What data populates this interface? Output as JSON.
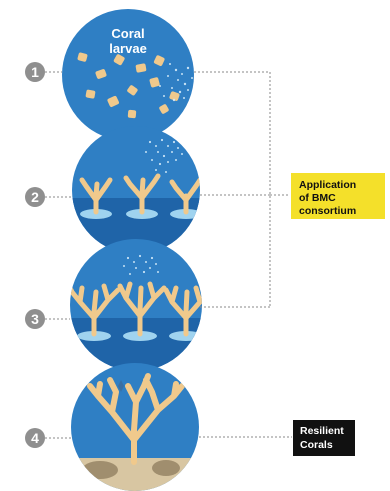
{
  "stages": [
    {
      "number": "1",
      "label_lines": [
        "Coral",
        "larvae"
      ]
    },
    {
      "number": "2",
      "label_lines": []
    },
    {
      "number": "3",
      "label_lines": []
    },
    {
      "number": "4",
      "label_lines": []
    }
  ],
  "callouts": {
    "application": {
      "lines": [
        "Application",
        "of BMC",
        "consortium"
      ],
      "bg": "#f4e02a",
      "color": "#111111"
    },
    "resilient": {
      "lines": [
        "Resilient",
        "Corals"
      ],
      "bg": "#111111",
      "color": "#ffffff"
    }
  },
  "colors": {
    "water": "#2f7fc4",
    "water_dark": "#1f64a8",
    "coral": "#f0c98c",
    "coral_shade": "#d9a766",
    "disk": "#9fd3ef",
    "sand": "#d8c6a2",
    "rock": "#a08e6e",
    "number_badge": "#8f8f8f",
    "connector": "#888888"
  }
}
